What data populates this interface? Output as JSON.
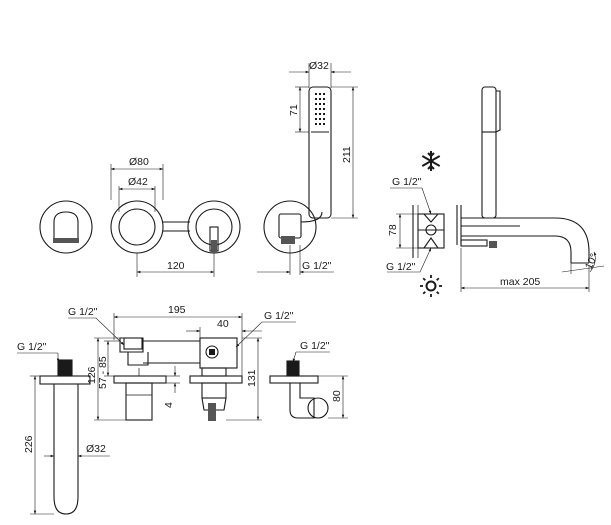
{
  "labels": {
    "d32_top": "Ø32",
    "d80": "Ø80",
    "d42": "Ø42",
    "d32_bottom": "Ø32",
    "dim_71": "71",
    "dim_211": "211",
    "dim_120": "120",
    "dim_78": "78",
    "dim_max205": "max 205",
    "dim_10deg": "10°",
    "dim_195": "195",
    "dim_40": "40",
    "dim_126": "126",
    "dim_57_85": "57 - 85",
    "dim_4": "4",
    "dim_131": "131",
    "dim_80": "80",
    "dim_226": "226",
    "g_top_shower": "G 1/2\"",
    "g_right_hot": "G 1/2\"",
    "g_right_cold": "G 1/2\"",
    "g_bottom_left_top": "G 1/2\"",
    "g_bottom_spout": "G 1/2\"",
    "g_bottom_right": "G 1/2\"",
    "g_bottom_side": "G 1/2\""
  },
  "icons": {
    "cold": "snowflake-icon",
    "hot": "sun-icon"
  }
}
